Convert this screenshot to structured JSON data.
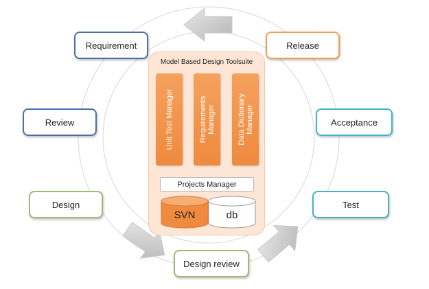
{
  "toolsuite": {
    "title": "Model Based Design Toolsuite",
    "tools": [
      "Unit Test Manager",
      "Requirements\nManager",
      "Data Dictionary\nManager"
    ],
    "projects_manager": "Projects Manager",
    "svn": "SVN",
    "db": "db"
  },
  "stages": {
    "requirement": "Requirement",
    "release": "Release",
    "review": "Review",
    "acceptance": "Acceptance",
    "design": "Design",
    "test": "Test",
    "design_review": "Design review"
  },
  "colors": {
    "blue": "#4a6fa5",
    "orange": "#f0a050",
    "teal": "#3fb3c9",
    "green": "#9cbc74",
    "tool_orange": "#ef8a3e",
    "toolsuite_bg": "#fde6d6"
  }
}
